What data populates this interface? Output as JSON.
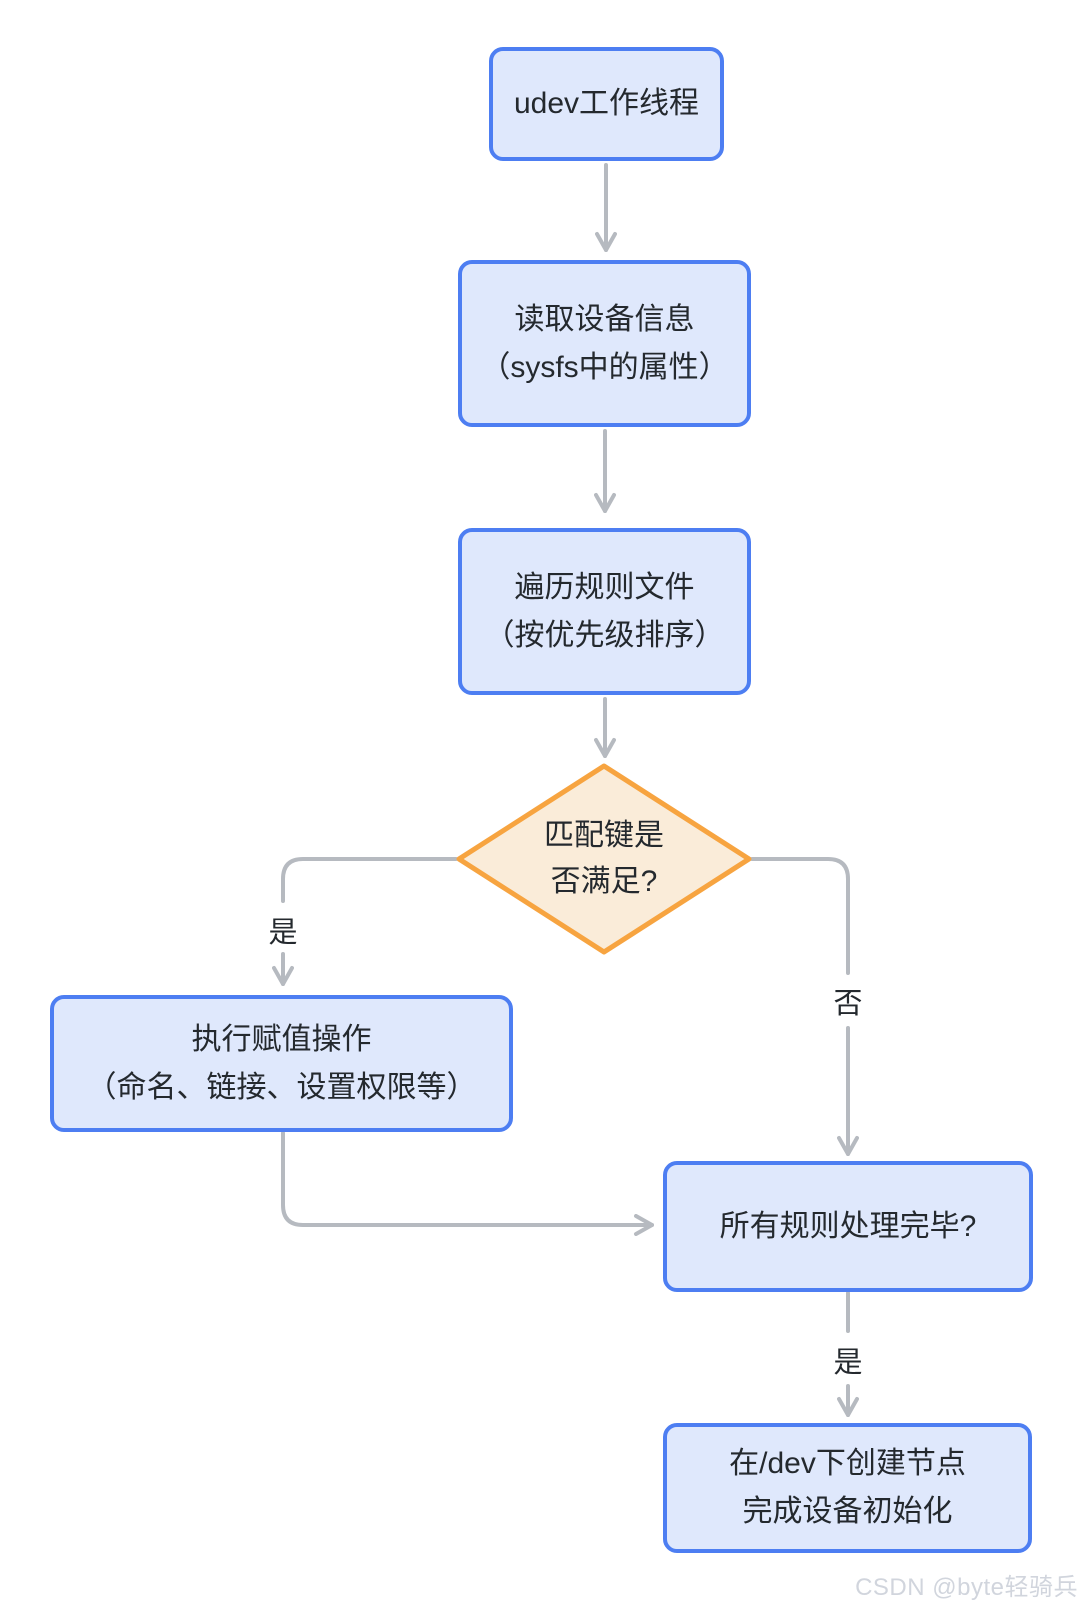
{
  "page": {
    "watermark": "CSDN @byte轻骑兵"
  },
  "palette": {
    "process_fill": "#dfe8fc",
    "process_border": "#4d7ef2",
    "decision_fill": "#faecd9",
    "decision_border": "#f7a440",
    "connector": "#b6bac0",
    "text": "#24292e",
    "watermark_color": "#d1d5dd"
  },
  "flowchart": {
    "nodes": [
      {
        "id": "udev-worker-thread",
        "type": "process",
        "lines": [
          "udev工作线程"
        ]
      },
      {
        "id": "read-device-info",
        "type": "process",
        "lines": [
          "读取设备信息",
          "（sysfs中的属性）"
        ]
      },
      {
        "id": "iterate-rule-files",
        "type": "process",
        "lines": [
          "遍历规则文件",
          "（按优先级排序）"
        ]
      },
      {
        "id": "match-key-decision",
        "type": "decision",
        "lines": [
          "匹配键是",
          "否满足?"
        ]
      },
      {
        "id": "apply-assignments",
        "type": "process",
        "lines": [
          "执行赋值操作",
          "（命名、链接、设置权限等）"
        ]
      },
      {
        "id": "all-rules-processed",
        "type": "process",
        "lines": [
          "所有规则处理完毕?"
        ]
      },
      {
        "id": "create-dev-node",
        "type": "process",
        "lines": [
          "在/dev下创建节点",
          "完成设备初始化"
        ]
      }
    ],
    "edge_labels": {
      "yes_left": "是",
      "no_right": "否",
      "yes_bottom": "是"
    }
  }
}
